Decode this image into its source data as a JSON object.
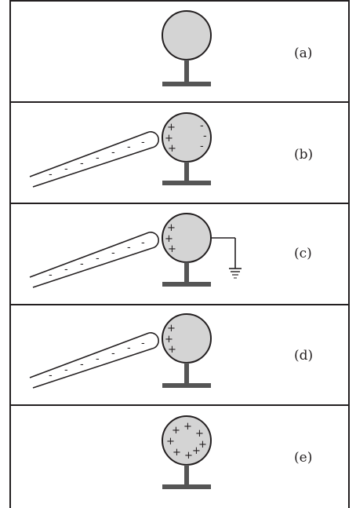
{
  "figure": {
    "panels": [
      {
        "id": "a",
        "label": "(a)",
        "rod": false,
        "ground": false,
        "charges": "none"
      },
      {
        "id": "b",
        "label": "(b)",
        "rod": true,
        "ground": false,
        "charges": "induced"
      },
      {
        "id": "c",
        "label": "(c)",
        "rod": true,
        "ground": true,
        "charges": "left-positive"
      },
      {
        "id": "d",
        "label": "(d)",
        "rod": true,
        "ground": false,
        "charges": "left-positive"
      },
      {
        "id": "e",
        "label": "(e)",
        "rod": false,
        "ground": false,
        "charges": "uniform-positive"
      }
    ],
    "colors": {
      "sphere_fill": "#d4d4d4",
      "stand": "#555555",
      "ink": "#231f20"
    }
  }
}
